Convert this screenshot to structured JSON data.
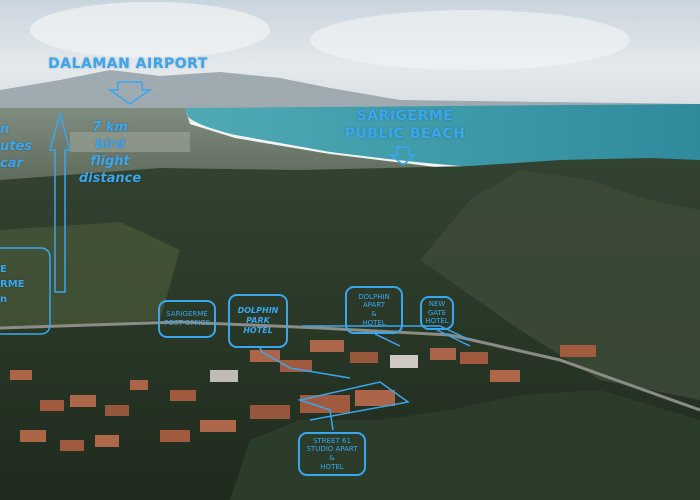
{
  "labels": {
    "airport": "DALAMAN AIRPORT",
    "beach_line1": "SARIGERME",
    "beach_line2": "PUBLIC BEACH",
    "distance_line1": "7 km",
    "distance_line2": "bird",
    "distance_line3": "flight",
    "distance_line4": "distance",
    "left_cut_1": "n",
    "left_cut_2": "utes",
    "left_cut_3": "car",
    "left_box_1": "E",
    "left_box_2": "RME",
    "left_box_3": "n"
  },
  "places": {
    "post_office": "SARIGERME POST OFFICE",
    "dolphin_park_1": "DOLPHIN",
    "dolphin_park_2": "PARK",
    "dolphin_park_3": "HOTEL",
    "dolphin_apart_1": "DOLPHIN",
    "dolphin_apart_2": "APART",
    "dolphin_apart_3": "&",
    "dolphin_apart_4": "HOTEL",
    "new_gate_1": "NEW",
    "new_gate_2": "GATE",
    "new_gate_3": "HOTEL",
    "street_1": "STREET 61",
    "street_2": "STUDIO APART",
    "street_3": "&",
    "street_4": "HOTEL"
  },
  "colors": {
    "annotation": "#3aa6ee",
    "sky": "#dfe6ea",
    "sea": "#3d9aa8",
    "forest": "#2b3a2a"
  }
}
